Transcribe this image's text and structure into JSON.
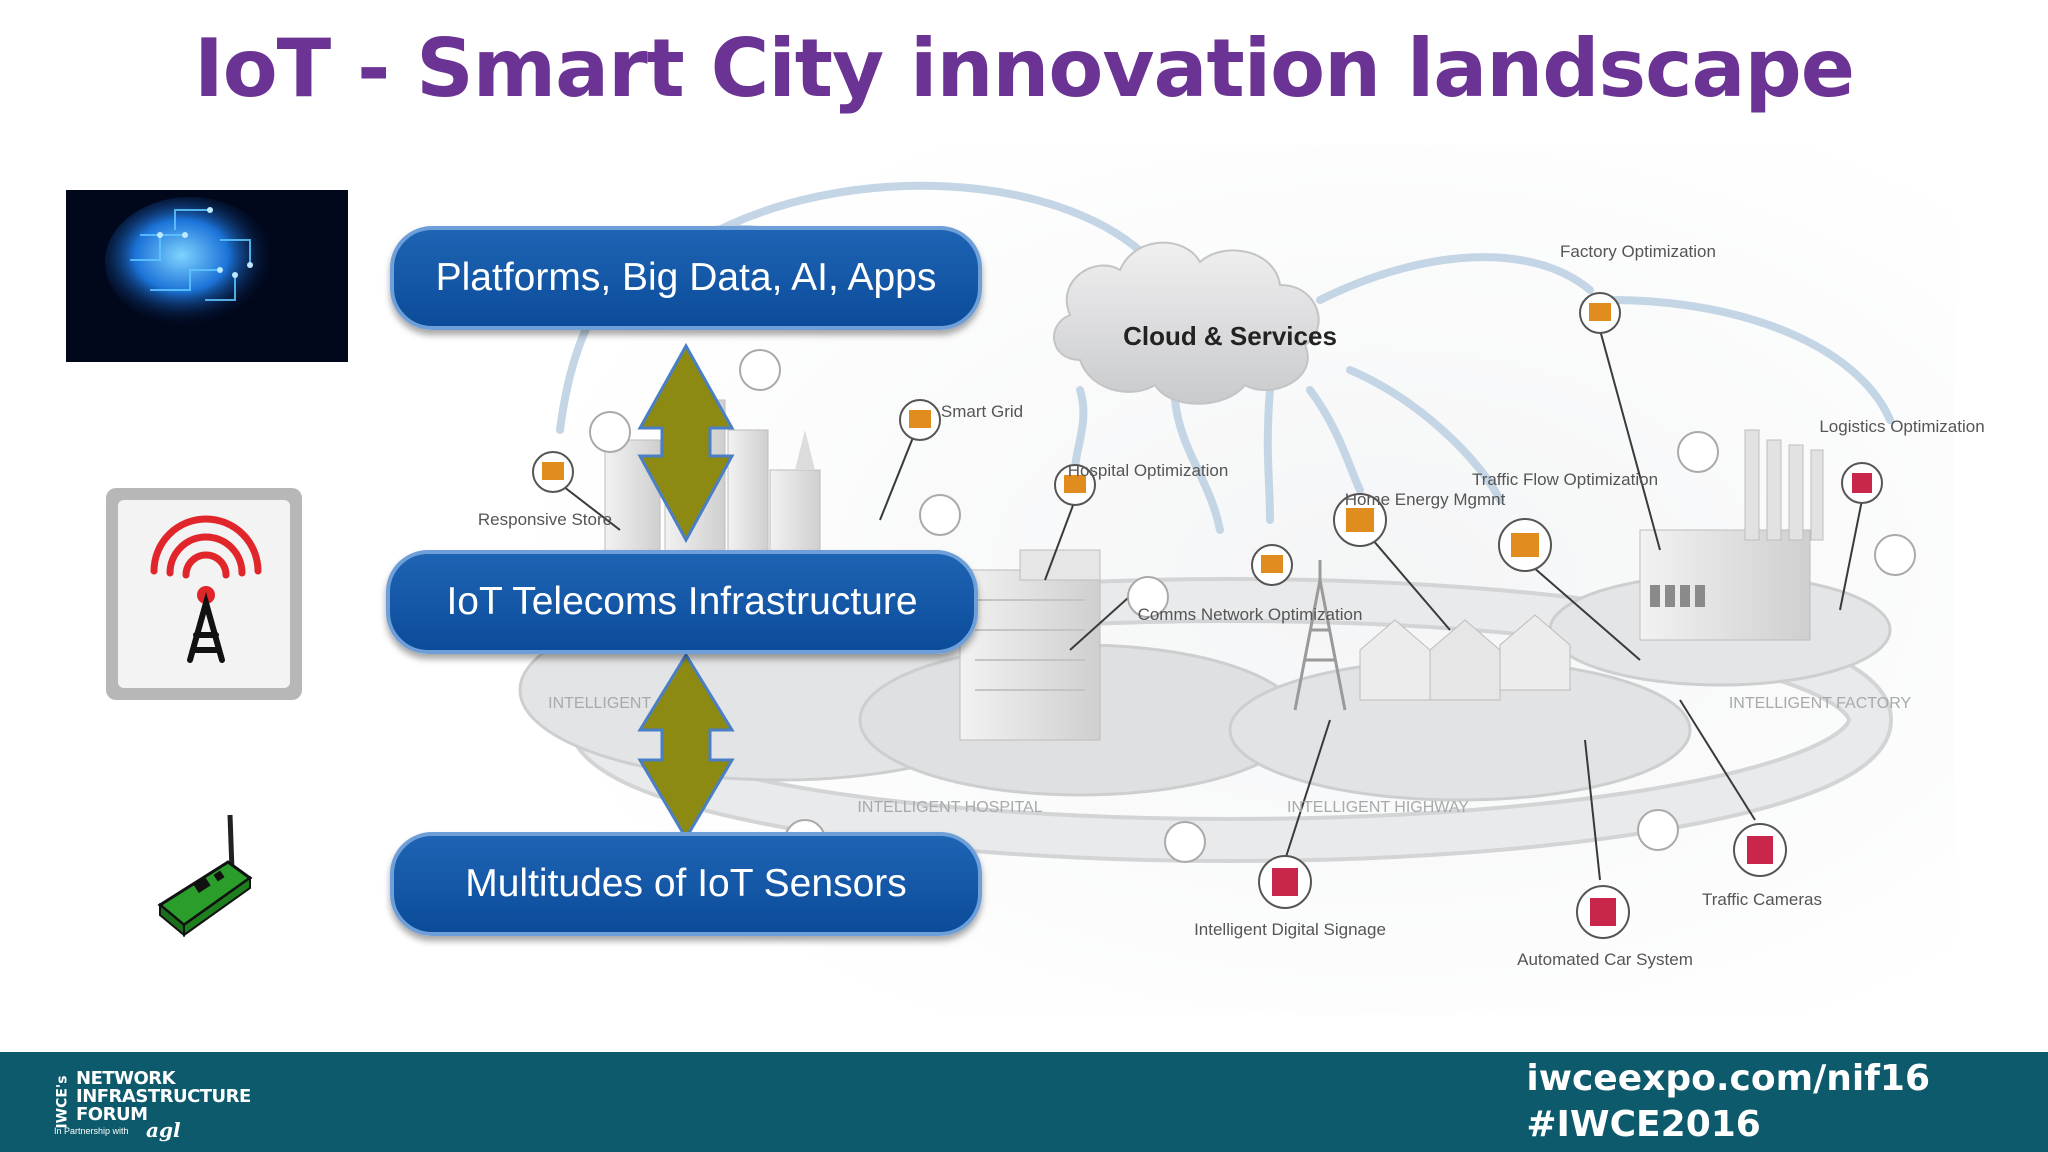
{
  "title": "IoT - Smart City innovation landscape",
  "layers": [
    {
      "label": "Platforms, Big Data, AI, Apps"
    },
    {
      "label": "IoT Telecoms Infrastructure"
    },
    {
      "label": "Multitudes of IoT Sensors"
    }
  ],
  "left_icons": [
    "brain-circuit-icon",
    "radio-tower-icon",
    "sensor-device-icon"
  ],
  "cloud_label": "Cloud & Services",
  "callouts": {
    "smart_grid": "Smart Grid",
    "responsive_store": "Responsive Store",
    "hospital": "Hospital Optimization",
    "comms": "Comms Network Optimization",
    "home_energy": "Home Energy Mgmnt",
    "traffic_flow": "Traffic Flow Optimization",
    "factory": "Factory Optimization",
    "logistics": "Logistics Optimization",
    "signage": "Intelligent Digital Signage",
    "car_system": "Automated Car System",
    "traffic_cameras": "Traffic Cameras"
  },
  "zones": {
    "city": "INTELLIGENT CITY",
    "hospital": "INTELLIGENT HOSPITAL",
    "highway": "INTELLIGENT HIGHWAY",
    "factory": "INTELLIGENT FACTORY"
  },
  "footer": {
    "url": "iwceexpo.com/nif16",
    "hashtag": "#IWCE2016",
    "logo_lines": [
      "NETWORK",
      "INFRASTRUCTURE",
      "FORUM"
    ],
    "logo_tag": "IWCE's",
    "logo_partner": "In Partnership with",
    "logo_brand": "agl"
  },
  "colors": {
    "title": "#6b3394",
    "layer_box": "#0b4c9a",
    "arrow": "#8c8a12",
    "footer": "#0d5a6c"
  }
}
